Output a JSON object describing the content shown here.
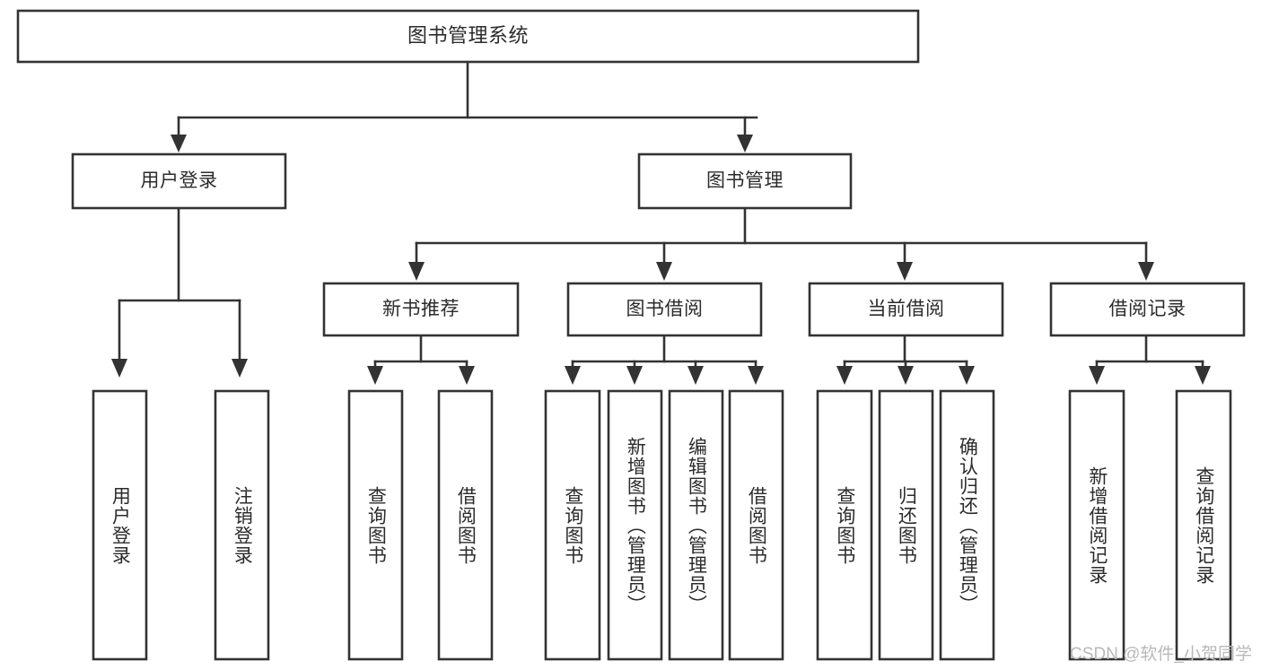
{
  "diagram": {
    "type": "tree",
    "title": "图书管理系统",
    "root": {
      "id": "root",
      "label": "图书管理系统",
      "orientation": "horizontal"
    },
    "level1": [
      {
        "id": "user-login",
        "label": "用户登录",
        "orientation": "horizontal"
      },
      {
        "id": "book-management",
        "label": "图书管理",
        "orientation": "horizontal"
      }
    ],
    "level2": [
      {
        "id": "new-book-recommend",
        "label": "新书推荐",
        "orientation": "horizontal",
        "parent": "book-management"
      },
      {
        "id": "book-borrow",
        "label": "图书借阅",
        "orientation": "horizontal",
        "parent": "book-management"
      },
      {
        "id": "current-borrow",
        "label": "当前借阅",
        "orientation": "horizontal",
        "parent": "book-management"
      },
      {
        "id": "borrow-record",
        "label": "借阅记录",
        "orientation": "horizontal",
        "parent": "book-management"
      }
    ],
    "leaves": [
      {
        "id": "leaf-user-login",
        "label": "用户登录",
        "orientation": "vertical",
        "parent": "user-login"
      },
      {
        "id": "leaf-user-logout",
        "label": "注销登录",
        "orientation": "vertical",
        "parent": "user-login"
      },
      {
        "id": "leaf-query-book-1",
        "label": "查询图书",
        "orientation": "vertical",
        "parent": "new-book-recommend"
      },
      {
        "id": "leaf-borrow-book-1",
        "label": "借阅图书",
        "orientation": "vertical",
        "parent": "new-book-recommend"
      },
      {
        "id": "leaf-query-book-2",
        "label": "查询图书",
        "orientation": "vertical",
        "parent": "book-borrow"
      },
      {
        "id": "leaf-add-book",
        "label": "新增图书（管理员）",
        "orientation": "vertical",
        "parent": "book-borrow"
      },
      {
        "id": "leaf-edit-book",
        "label": "编辑图书（管理员）",
        "orientation": "vertical",
        "parent": "book-borrow"
      },
      {
        "id": "leaf-borrow-book-2",
        "label": "借阅图书",
        "orientation": "vertical",
        "parent": "book-borrow"
      },
      {
        "id": "leaf-query-book-3",
        "label": "查询图书",
        "orientation": "vertical",
        "parent": "current-borrow"
      },
      {
        "id": "leaf-return-book",
        "label": "归还图书",
        "orientation": "vertical",
        "parent": "current-borrow"
      },
      {
        "id": "leaf-confirm-return",
        "label": "确认归还（管理员）",
        "orientation": "vertical",
        "parent": "current-borrow"
      },
      {
        "id": "leaf-add-record",
        "label": "新增借阅记录",
        "orientation": "vertical",
        "parent": "borrow-record"
      },
      {
        "id": "leaf-query-record",
        "label": "查询借阅记录",
        "orientation": "vertical",
        "parent": "borrow-record"
      }
    ],
    "colors": {
      "stroke": "#333333",
      "box_fill": "#ffffff",
      "text": "#2b2b2b",
      "background": "#ffffff",
      "watermark": "#b9b9b9"
    }
  },
  "watermark": {
    "text": "CSDN @软件_小贺同学"
  }
}
